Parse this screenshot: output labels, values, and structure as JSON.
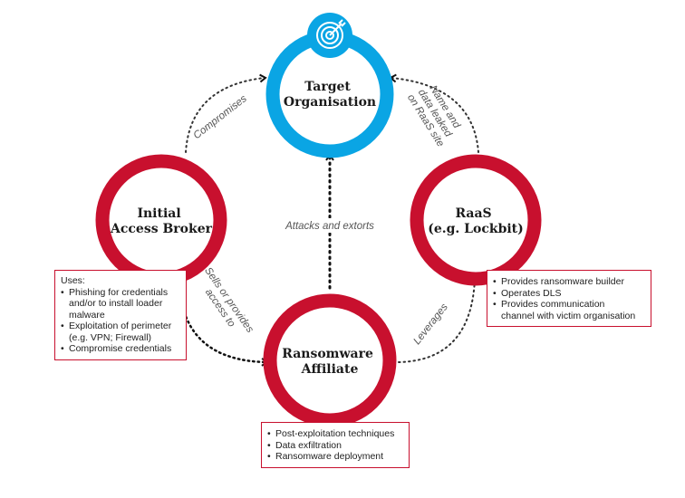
{
  "nodes": {
    "target": {
      "title_lines": [
        "Target",
        "Organisation"
      ],
      "icon": "target-icon",
      "color": "#0aa5e4"
    },
    "broker": {
      "title_lines": [
        "Initial",
        "Access Broker"
      ],
      "color": "#c8102e"
    },
    "raas": {
      "title_lines": [
        "RaaS",
        "(e.g. Lockbit)"
      ],
      "color": "#c8102e"
    },
    "affiliate": {
      "title_lines": [
        "Ransomware",
        "Affiliate"
      ],
      "color": "#c8102e"
    }
  },
  "edges": {
    "compromises": "Compromises",
    "name_leaked": [
      "Name and",
      "data leaked",
      "on RaaS site"
    ],
    "attacks": "Attacks and extorts",
    "sells": [
      "Sells or provides",
      "access to"
    ],
    "leverages": "Leverages"
  },
  "boxes": {
    "broker": {
      "heading": "Uses:",
      "items": [
        [
          "Phishing for credentials",
          "and/or to install loader",
          "malware"
        ],
        [
          "Exploitation of perimeter",
          "(e.g. VPN; Firewall)"
        ],
        [
          "Compromise credentials"
        ]
      ]
    },
    "raas": {
      "items": [
        [
          "Provides ransomware builder"
        ],
        [
          "Operates DLS"
        ],
        [
          "Provides communication",
          "channel with victim organisation"
        ]
      ]
    },
    "affiliate": {
      "items": [
        [
          "Post-exploitation techniques"
        ],
        [
          "Data exfiltration"
        ],
        [
          "Ransomware deployment"
        ]
      ]
    }
  }
}
